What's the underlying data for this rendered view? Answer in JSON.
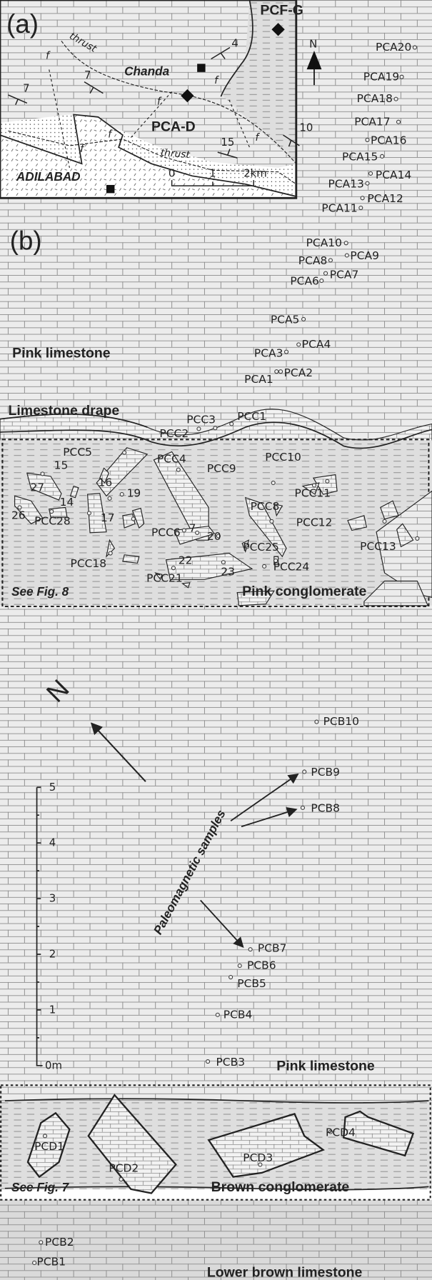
{
  "map": {
    "panel_label": "(a)",
    "pcf_g": "PCF-G",
    "pca_d": "PCA-D",
    "chanda": "Chanda",
    "adilabad": "ADILABAD",
    "thrust_labels": [
      "thrust",
      "thrust"
    ],
    "fault_label": "f",
    "dips": [
      "4",
      "7",
      "7",
      "15",
      "10"
    ],
    "north": "N",
    "scale": [
      "0",
      "1",
      "2km"
    ]
  },
  "section": {
    "panel_label": "(b)",
    "pca_samples": [
      "PCA20",
      "PCA19",
      "PCA18",
      "PCA17",
      "PCA16",
      "PCA15",
      "PCA14",
      "PCA13",
      "PCA12",
      "PCA11",
      "PCA10",
      "PCA9",
      "PCA8",
      "PCA7",
      "PCA6",
      "PCA5",
      "PCA4",
      "PCA3",
      "PCA2",
      "PCA1"
    ],
    "units": {
      "pink_limestone_upper": "Pink limestone",
      "limestone_drape": "Limestone drape",
      "pink_conglomerate": "Pink conglomerate",
      "see_fig8": "See Fig. 8",
      "pink_limestone_lower": "Pink limestone",
      "see_fig7": "See Fig. 7",
      "brown_conglomerate": "Brown conglomerate",
      "lower_brown_limestone": "Lower brown limestone"
    },
    "pcc_samples": [
      "PCC1",
      "PCC2",
      "PCC3",
      "PCC4",
      "PCC5",
      "15",
      "27",
      "16",
      "19",
      "14",
      "26",
      "PCC28",
      "17",
      "PCC6",
      "7",
      "20",
      "PCC8",
      "PCC9",
      "PCC10",
      "PCC11",
      "PCC12",
      "PCC13",
      "PCC18",
      "22",
      "PCC21",
      "23",
      "PCC25",
      "PCC24"
    ],
    "north": "N",
    "scale_ticks": [
      "5",
      "4",
      "3",
      "2",
      "1",
      "0m"
    ],
    "paleomagnetic_label": "Paleomagnetic samples",
    "pcb_samples": [
      "PCB10",
      "PCB9",
      "PCB8",
      "PCB7",
      "PCB6",
      "PCB5",
      "PCB4",
      "PCB3",
      "PCB2",
      "PCB1"
    ],
    "pcd_samples": [
      "PCD1",
      "PCD2",
      "PCD3",
      "PCD4"
    ]
  },
  "colors": {
    "background": "#e8e8e8",
    "lines": "#222222",
    "lower_unit": "#d9d9d9"
  }
}
